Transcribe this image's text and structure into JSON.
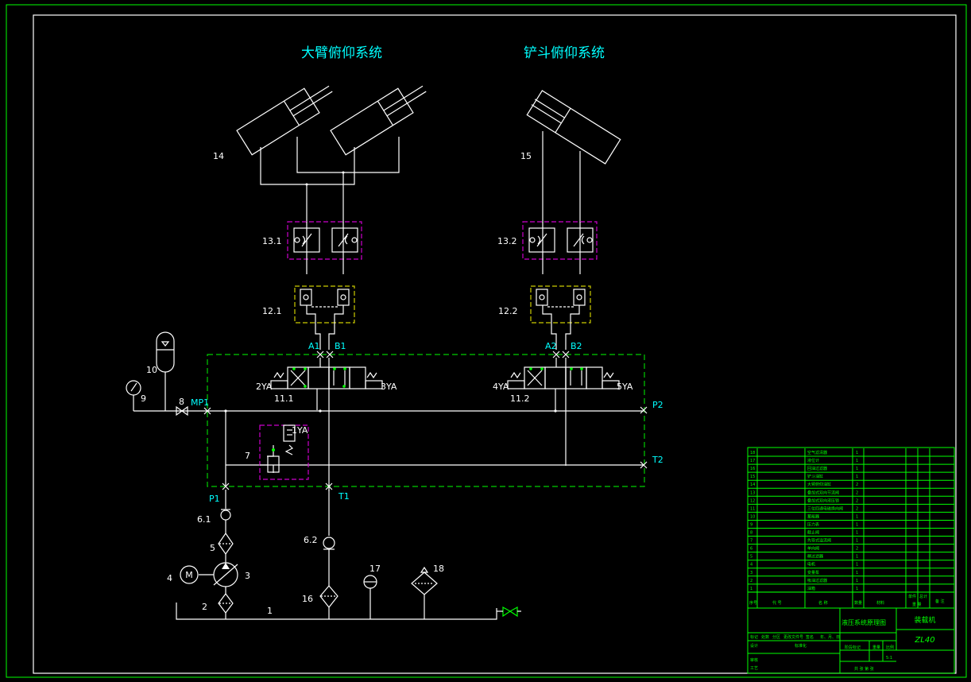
{
  "titles": {
    "boom": "大臂俯仰系统",
    "bucket": "铲斗俯仰系统"
  },
  "labels": {
    "c14": "14",
    "c15": "15",
    "c131": "13.1",
    "c132": "13.2",
    "c121": "12.1",
    "c122": "12.2",
    "c111": "11.1",
    "c112": "11.2",
    "c10": "10",
    "c9": "9",
    "c8": "8",
    "c7": "7",
    "c61": "6.1",
    "c62": "6.2",
    "c5": "5",
    "c4": "4",
    "c3": "3",
    "c2": "2",
    "c1": "1",
    "c16": "16",
    "c17": "17",
    "c18": "18"
  },
  "ports": {
    "A1": "A1",
    "B1": "B1",
    "A2": "A2",
    "B2": "B2",
    "MP1": "MP1",
    "P1": "P1",
    "T1": "T1",
    "P2": "P2",
    "T2": "T2",
    "ya1": "1YA",
    "ya2": "2YA",
    "ya3": "3YA",
    "ya4": "4YA",
    "ya5": "5YA",
    "motor": "M"
  },
  "parts_list": [
    {
      "no": "18",
      "name": "空气滤清器",
      "qty": "1"
    },
    {
      "no": "17",
      "name": "液位计",
      "qty": "1"
    },
    {
      "no": "16",
      "name": "回油过滤器",
      "qty": "1"
    },
    {
      "no": "15",
      "name": "铲斗油缸",
      "qty": "1"
    },
    {
      "no": "14",
      "name": "大臂俯仰油缸",
      "qty": "2"
    },
    {
      "no": "13",
      "name": "叠加式双向节流阀",
      "qty": "2"
    },
    {
      "no": "12",
      "name": "叠加式双向液压锁",
      "qty": "2"
    },
    {
      "no": "11",
      "name": "三位四通电磁换向阀",
      "qty": "2"
    },
    {
      "no": "10",
      "name": "蓄能器",
      "qty": "1"
    },
    {
      "no": "9",
      "name": "压力表",
      "qty": "1"
    },
    {
      "no": "8",
      "name": "截止阀",
      "qty": "1"
    },
    {
      "no": "7",
      "name": "先导式溢流阀",
      "qty": "1"
    },
    {
      "no": "6",
      "name": "单向阀",
      "qty": "2"
    },
    {
      "no": "5",
      "name": "精过滤器",
      "qty": "1"
    },
    {
      "no": "4",
      "name": "电机",
      "qty": "1"
    },
    {
      "no": "3",
      "name": "变量泵",
      "qty": "1"
    },
    {
      "no": "2",
      "name": "吸油过滤器",
      "qty": "1"
    },
    {
      "no": "1",
      "name": "油箱",
      "qty": "1"
    }
  ],
  "parts_header": {
    "no": "序号",
    "code": "代 号",
    "name": "名 称",
    "qty": "数量",
    "material": "材料",
    "unit_weight": "单件",
    "total_weight": "总计",
    "weight": "重 量",
    "remark": "备 注"
  },
  "title_block": {
    "drawing_name": "液压系统原理图",
    "product": "装载机",
    "model": "ZL40",
    "mark": "标记",
    "count": "处数",
    "zone": "分区",
    "doc": "更改文件号",
    "signature": "签名",
    "date": "年、月、日",
    "design": "设计",
    "standard": "标准化",
    "stage_mark": "阶段标记",
    "weight": "重量",
    "scale": "比例",
    "scale_value": "5:1",
    "review": "审核",
    "process": "工艺",
    "sheet": "共 张 第 张"
  },
  "colors": {
    "line": "#ffffff",
    "frame": "#00ff00",
    "title": "#00ffff",
    "module": "#00cc00",
    "throttle": "#cc00cc",
    "lock": "#cccc00"
  }
}
